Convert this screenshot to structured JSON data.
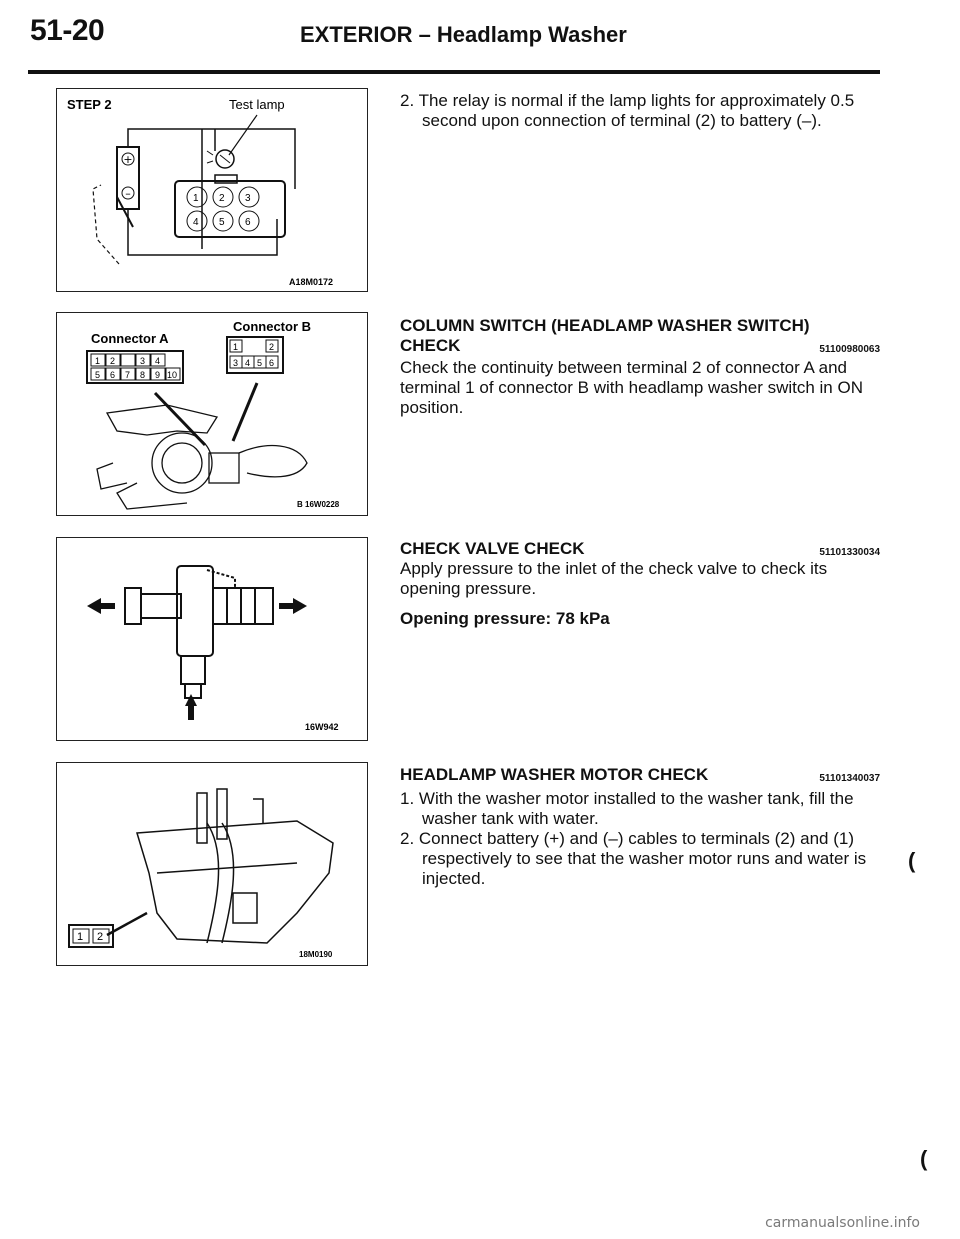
{
  "header": {
    "page_number": "51-20",
    "title": "EXTERIOR – Headlamp Washer"
  },
  "figures": {
    "fig1": {
      "step_label": "STEP 2",
      "callout": "Test lamp",
      "code": "A18M0172",
      "terminals": [
        "1",
        "2",
        "3",
        "4",
        "5",
        "6"
      ],
      "plus": "+",
      "minus": "–"
    },
    "fig2": {
      "label_a": "Connector A",
      "label_b": "Connector B",
      "code": "B 16W0228",
      "pins_a_row1": [
        "1",
        "2",
        "",
        "3",
        "4"
      ],
      "pins_a_row2": [
        "5",
        "6",
        "7",
        "8",
        "9",
        "10"
      ],
      "pins_b_row1": [
        "1",
        "",
        "2"
      ],
      "pins_b_row2": [
        "3",
        "4",
        "5",
        "6"
      ]
    },
    "fig3": {
      "code": "16W942"
    },
    "fig4": {
      "code": "18M0190",
      "pins": [
        "1",
        "2"
      ]
    }
  },
  "sections": {
    "relay": {
      "item": "2. The relay is normal if the lamp lights for approximately 0.5 second upon connection of terminal (2) to battery (–)."
    },
    "column_switch": {
      "heading_line1": "COLUMN SWITCH (HEADLAMP WASHER SWITCH)",
      "heading_line2": "CHECK",
      "code": "51100980063",
      "body": "Check the continuity between terminal 2 of connector A and terminal 1 of connector B with headlamp washer switch in ON position."
    },
    "check_valve": {
      "heading": "CHECK VALVE CHECK",
      "code": "51101330034",
      "body": "Apply pressure to the inlet of the check valve to check its opening pressure.",
      "spec": "Opening pressure: 78 kPa"
    },
    "motor": {
      "heading": "HEADLAMP WASHER MOTOR CHECK",
      "code": "51101340037",
      "item1": "1. With the washer motor installed to the washer tank, fill the washer tank with water.",
      "item2": "2. Connect battery (+) and (–) cables to terminals (2) and (1) respectively to see that the washer motor runs and water is injected."
    }
  },
  "watermark": "carmanualsonline.info"
}
